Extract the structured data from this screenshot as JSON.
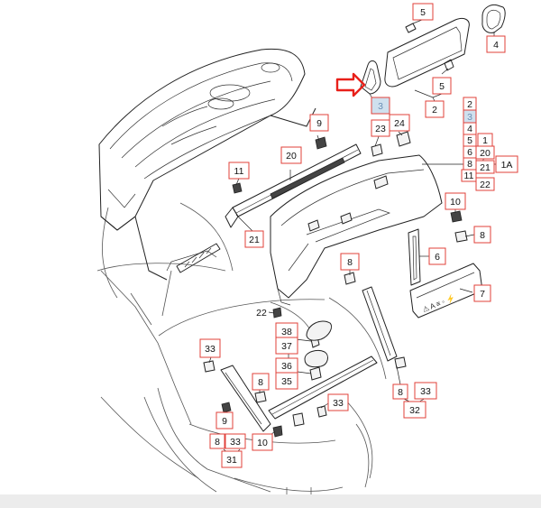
{
  "diagram": {
    "callouts": [
      {
        "id": "c5a",
        "label": "5"
      },
      {
        "id": "c4",
        "label": "4"
      },
      {
        "id": "c5b",
        "label": "5"
      },
      {
        "id": "c2",
        "label": "2"
      },
      {
        "id": "c3",
        "label": "3",
        "highlight": true
      },
      {
        "id": "c9a",
        "label": "9"
      },
      {
        "id": "c23",
        "label": "23"
      },
      {
        "id": "c24",
        "label": "24"
      },
      {
        "id": "c20",
        "label": "20"
      },
      {
        "id": "c11",
        "label": "11"
      },
      {
        "id": "c21",
        "label": "21"
      },
      {
        "id": "r2",
        "label": "2"
      },
      {
        "id": "r3",
        "label": "3",
        "highlight": true
      },
      {
        "id": "r4",
        "label": "4"
      },
      {
        "id": "r5",
        "label": "5"
      },
      {
        "id": "r6",
        "label": "6"
      },
      {
        "id": "r8",
        "label": "8"
      },
      {
        "id": "r11",
        "label": "11"
      },
      {
        "id": "r1",
        "label": "1"
      },
      {
        "id": "r20",
        "label": "20"
      },
      {
        "id": "r21",
        "label": "21"
      },
      {
        "id": "r22",
        "label": "22"
      },
      {
        "id": "c1A",
        "label": "1A"
      },
      {
        "id": "c10a",
        "label": "10"
      },
      {
        "id": "c8a",
        "label": "8"
      },
      {
        "id": "c6",
        "label": "6"
      },
      {
        "id": "c8b",
        "label": "8"
      },
      {
        "id": "c7",
        "label": "7"
      },
      {
        "id": "c22",
        "label": "22"
      },
      {
        "id": "c38",
        "label": "38"
      },
      {
        "id": "c37",
        "label": "37"
      },
      {
        "id": "c36",
        "label": "36"
      },
      {
        "id": "c35",
        "label": "35"
      },
      {
        "id": "c33a",
        "label": "33"
      },
      {
        "id": "c8c",
        "label": "8"
      },
      {
        "id": "c33b",
        "label": "33"
      },
      {
        "id": "c9b",
        "label": "9"
      },
      {
        "id": "c8d",
        "label": "8"
      },
      {
        "id": "c33c",
        "label": "33"
      },
      {
        "id": "c10b",
        "label": "10"
      },
      {
        "id": "c31",
        "label": "31"
      },
      {
        "id": "c8e",
        "label": "8"
      },
      {
        "id": "c33d",
        "label": "33"
      },
      {
        "id": "c32",
        "label": "32"
      }
    ],
    "plate_text": "⚠ A ≡ ◦ ⚡"
  }
}
